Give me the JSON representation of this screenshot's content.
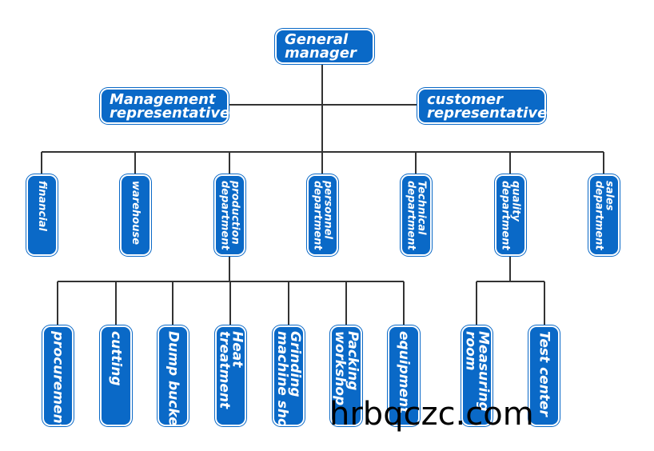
{
  "chart": {
    "root": {
      "lines": [
        "General",
        "manager"
      ]
    },
    "left_rep": {
      "lines": [
        "Management",
        "representative"
      ]
    },
    "right_rep": {
      "lines": [
        "customer",
        "representative"
      ]
    },
    "departments": [
      {
        "id": "financial",
        "lines": [
          "financial"
        ]
      },
      {
        "id": "warehouse",
        "lines": [
          "warehouse"
        ]
      },
      {
        "id": "production",
        "lines": [
          "production",
          "department"
        ]
      },
      {
        "id": "personnel",
        "lines": [
          "personnel",
          "department"
        ]
      },
      {
        "id": "technical",
        "lines": [
          "Technical",
          "department"
        ]
      },
      {
        "id": "quality",
        "lines": [
          "quality",
          "department"
        ]
      },
      {
        "id": "sales",
        "lines": [
          "sales",
          "department"
        ]
      }
    ],
    "production_units": [
      {
        "id": "procurement",
        "lines": [
          "procurement"
        ]
      },
      {
        "id": "cutting",
        "lines": [
          "cutting"
        ]
      },
      {
        "id": "dump-bucket",
        "lines": [
          "Dump bucket"
        ]
      },
      {
        "id": "heat-treatment",
        "lines": [
          "Heat",
          "treatment"
        ]
      },
      {
        "id": "grinding",
        "lines": [
          "Grinding",
          "machine shop"
        ]
      },
      {
        "id": "packing",
        "lines": [
          "Packing",
          "workshop"
        ]
      },
      {
        "id": "equipment",
        "lines": [
          "equipment"
        ]
      }
    ],
    "quality_units": [
      {
        "id": "measuring-room",
        "lines": [
          "Measuring",
          "room"
        ]
      },
      {
        "id": "test-center",
        "lines": [
          "Test center"
        ]
      }
    ]
  },
  "watermark": "hrbqczc.com",
  "colors": {
    "box": "#0a69c7",
    "line": "#333333",
    "text": "#ffffff"
  }
}
